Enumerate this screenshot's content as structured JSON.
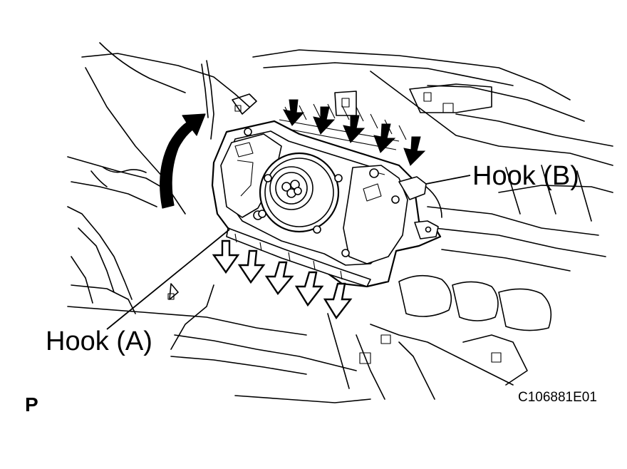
{
  "labels": {
    "hook_a": "Hook (A)",
    "hook_b": "Hook (B)",
    "page_letter": "P",
    "figure_code": "C106881E01"
  },
  "icons": {
    "press_arrows": "down-arrow-filled",
    "release_arrows": "down-arrow-outline",
    "rotation_arrow": "curved-arrow-filled"
  },
  "colors": {
    "ink": "#000000",
    "paper": "#ffffff"
  }
}
